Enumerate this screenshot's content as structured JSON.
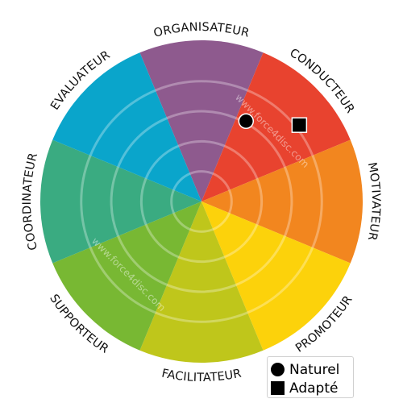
{
  "chart_data": {
    "type": "polar-wheel",
    "segments": [
      {
        "label": "ORGANISATEUR",
        "color": "#8e5a8e"
      },
      {
        "label": "CONDUCTEUR",
        "color": "#e8432f"
      },
      {
        "label": "MOTIVATEUR",
        "color": "#f2861f"
      },
      {
        "label": "PROMOTEUR",
        "color": "#fcd20b"
      },
      {
        "label": "FACILITATEUR",
        "color": "#bfc61b"
      },
      {
        "label": "SUPPORTEUR",
        "color": "#78b833"
      },
      {
        "label": "COORDINATEUR",
        "color": "#3aab81"
      },
      {
        "label": "EVALUATEUR",
        "color": "#0aa5cb"
      }
    ],
    "rings": 4,
    "series": [
      {
        "name": "Naturel",
        "marker": "circle",
        "angle_deg": 29,
        "radius": 0.57
      },
      {
        "name": "Adapté",
        "marker": "square",
        "angle_deg": 52,
        "radius": 0.77
      }
    ],
    "watermark": "www.force4disc.com",
    "legend_position": "bottom-right"
  }
}
